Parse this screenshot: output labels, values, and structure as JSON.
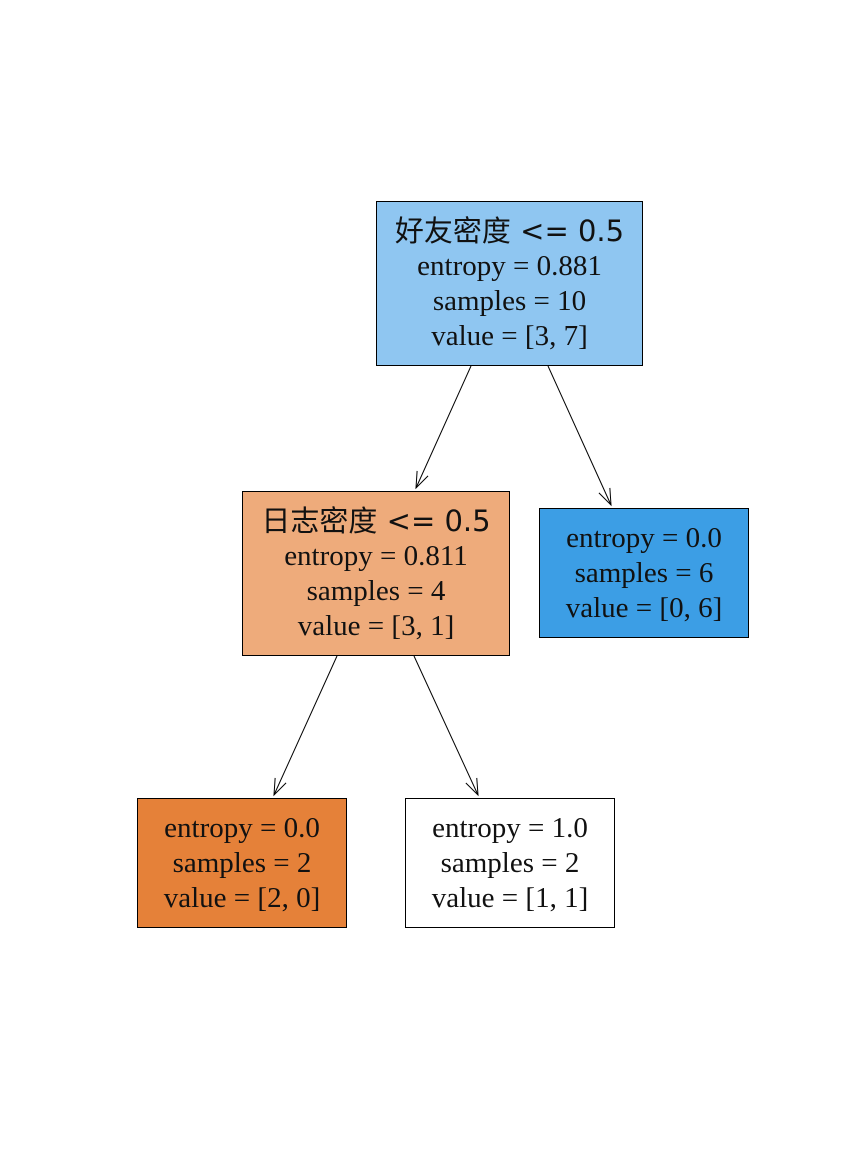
{
  "tree": {
    "nodes": [
      {
        "id": "n0",
        "split": "好友密度 <= 0.5",
        "entropy": "entropy = 0.881",
        "samples": "samples = 10",
        "value": "value = [3, 7]",
        "fill": "#8fc6f1"
      },
      {
        "id": "n1",
        "split": "日志密度 <= 0.5",
        "entropy": "entropy = 0.811",
        "samples": "samples = 4",
        "value": "value = [3, 1]",
        "fill": "#eeab7b"
      },
      {
        "id": "n2",
        "entropy": "entropy = 0.0",
        "samples": "samples = 6",
        "value": "value = [0, 6]",
        "fill": "#3c9ee5"
      },
      {
        "id": "n3",
        "entropy": "entropy = 0.0",
        "samples": "samples = 2",
        "value": "value = [2, 0]",
        "fill": "#e58139"
      },
      {
        "id": "n4",
        "entropy": "entropy = 1.0",
        "samples": "samples = 2",
        "value": "value = [1, 1]",
        "fill": "#ffffff"
      }
    ],
    "edges": [
      {
        "from": "n0",
        "to": "n1"
      },
      {
        "from": "n0",
        "to": "n2"
      },
      {
        "from": "n1",
        "to": "n3"
      },
      {
        "from": "n1",
        "to": "n4"
      }
    ]
  }
}
